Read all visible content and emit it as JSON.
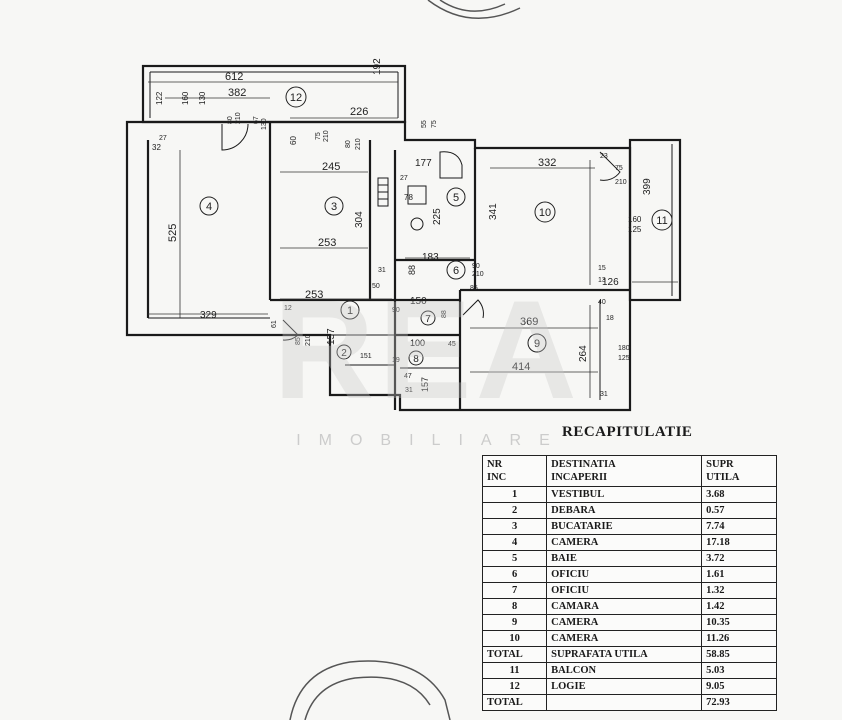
{
  "plan": {
    "rooms": [
      {
        "no": "1"
      },
      {
        "no": "2"
      },
      {
        "no": "3"
      },
      {
        "no": "4"
      },
      {
        "no": "5"
      },
      {
        "no": "6"
      },
      {
        "no": "7"
      },
      {
        "no": "8"
      },
      {
        "no": "9"
      },
      {
        "no": "10"
      },
      {
        "no": "11"
      },
      {
        "no": "12"
      }
    ],
    "dimensions": [
      "612",
      "192",
      "382",
      "122",
      "160",
      "130",
      "226",
      "80",
      "210",
      "67",
      "130",
      "55",
      "75",
      "27",
      "32",
      "60",
      "75",
      "210",
      "80",
      "210",
      "245",
      "177",
      "27",
      "332",
      "23",
      "75",
      "210",
      "399",
      "78",
      "225",
      "341",
      "160",
      "125",
      "525",
      "304",
      "253",
      "183",
      "90",
      "210",
      "88",
      "31",
      "126",
      "13",
      "15",
      "50",
      "85",
      "253",
      "150",
      "40",
      "18",
      "90",
      "88",
      "369",
      "157",
      "61",
      "329",
      "85",
      "210",
      "151",
      "100",
      "45",
      "264",
      "180",
      "125",
      "47",
      "157",
      "414",
      "31",
      "31",
      "19",
      "12"
    ]
  },
  "watermark": {
    "logo": "REA",
    "sub": "IMOBILIARE"
  },
  "recap": {
    "title": "RECAPITULATIE",
    "headers": {
      "nr": [
        "NR",
        "INC"
      ],
      "dest": [
        "DESTINATIA",
        "INCAPERII"
      ],
      "supr": [
        "SUPR",
        "UTILA"
      ]
    },
    "rows": [
      {
        "nr": "1",
        "dest": "VESTIBUL",
        "supr": "3.68"
      },
      {
        "nr": "2",
        "dest": "DEBARA",
        "supr": "0.57"
      },
      {
        "nr": "3",
        "dest": "BUCATARIE",
        "supr": "7.74"
      },
      {
        "nr": "4",
        "dest": "CAMERA",
        "supr": "17.18"
      },
      {
        "nr": "5",
        "dest": "BAIE",
        "supr": "3.72"
      },
      {
        "nr": "6",
        "dest": "OFICIU",
        "supr": "1.61"
      },
      {
        "nr": "7",
        "dest": "OFICIU",
        "supr": "1.32"
      },
      {
        "nr": "8",
        "dest": "CAMARA",
        "supr": "1.42"
      },
      {
        "nr": "9",
        "dest": "CAMERA",
        "supr": "10.35"
      },
      {
        "nr": "10",
        "dest": "CAMERA",
        "supr": "11.26"
      },
      {
        "nr": "TOTAL",
        "dest": "SUPRAFATA UTILA",
        "supr": "58.85"
      },
      {
        "nr": "11",
        "dest": "BALCON",
        "supr": "5.03"
      },
      {
        "nr": "12",
        "dest": "LOGIE",
        "supr": "9.05"
      },
      {
        "nr": "TOTAL",
        "dest": "",
        "supr": "72.93"
      }
    ]
  }
}
